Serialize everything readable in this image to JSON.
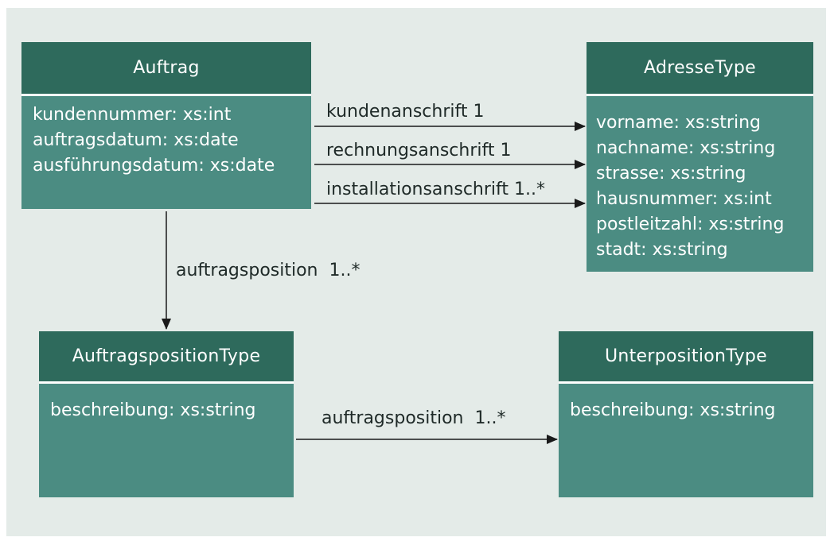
{
  "colors": {
    "background": "#e4ebe8",
    "class_header": "#2e6a5c",
    "class_body": "#4b8c82",
    "text_light": "#ffffff",
    "line": "#1a1a1a"
  },
  "classes": {
    "auftrag": {
      "name": "Auftrag",
      "attributes": [
        "kundennummer: xs:int",
        "auftragsdatum: xs:date",
        "ausführungsdatum: xs:date"
      ]
    },
    "adresse": {
      "name": "AdresseType",
      "attributes": [
        "vorname: xs:string",
        "nachname: xs:string",
        "strasse: xs:string",
        "hausnummer: xs:int",
        "postleitzahl: xs:string",
        "stadt: xs:string"
      ]
    },
    "auftragsposition": {
      "name": "AuftragspositionType",
      "attributes": [
        "beschreibung: xs:string"
      ]
    },
    "unterposition": {
      "name": "UnterpositionType",
      "attributes": [
        "beschreibung: xs:string"
      ]
    }
  },
  "associations": {
    "kundenanschrift": "kundenanschrift 1",
    "rechnungsanschrift": "rechnungsanschrift 1",
    "installationsanschrift": "installationsanschrift 1..*",
    "auftragsposition": "auftragsposition  1..*",
    "unterposition": "auftragsposition  1..*"
  }
}
